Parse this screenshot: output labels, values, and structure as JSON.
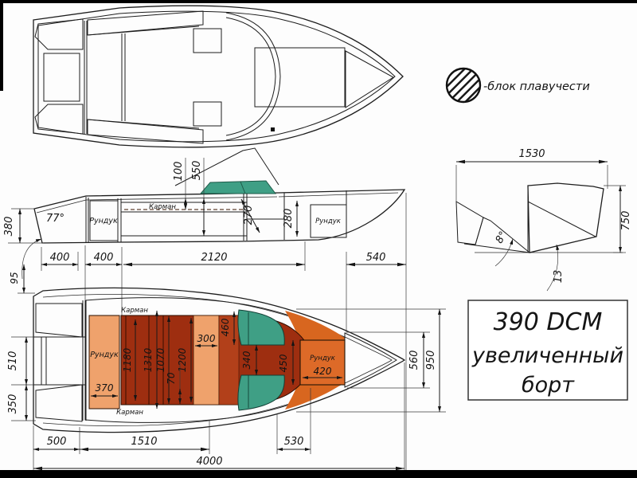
{
  "colors": {
    "hull_olive": "#a49b68",
    "deck_orange": "#e5791c",
    "bow_orange": "#d8661f",
    "floor_red": "#9e2e10",
    "panel_red": "#b2401a",
    "salmon": "#efa26c",
    "teal": "#3f9f85",
    "line": "#1a1a1a"
  },
  "legend": {
    "label": "-блок плавучести"
  },
  "title_block": {
    "line1": "390 DCM",
    "line2": "увеличенный",
    "line3": "борт"
  },
  "side_view": {
    "labels": {
      "runduk_aft": "Рундук",
      "karman": "Карман",
      "runduk_bow": "Рундук"
    },
    "dims": {
      "h380": "380",
      "a77": "77°",
      "d100": "100",
      "d550": "550",
      "d270": "270",
      "d280": "280"
    }
  },
  "transom_view": {
    "dims": {
      "w1530": "1530",
      "h750": "750",
      "a8": "8°",
      "a13": "13"
    }
  },
  "plan_view": {
    "labels": {
      "karman_top": "Карман",
      "karman_bottom": "Карман",
      "runduk_aft": "Рундук",
      "runduk_bow": "Рундук"
    },
    "dims_top": [
      "400",
      "400",
      "2120",
      "540"
    ],
    "dims_left": [
      "95",
      "510",
      "350"
    ],
    "dims_right": [
      "560",
      "950"
    ],
    "dims_bottom": [
      "500",
      "1510",
      "530",
      "4000"
    ],
    "dims_inner": {
      "d370": "370",
      "d1180": "1180",
      "d1310": "1310",
      "d1070": "1070",
      "d70": "70",
      "d1200": "1200",
      "d300": "300",
      "d460": "460",
      "d340": "340",
      "d450": "450",
      "d420": "420"
    }
  }
}
